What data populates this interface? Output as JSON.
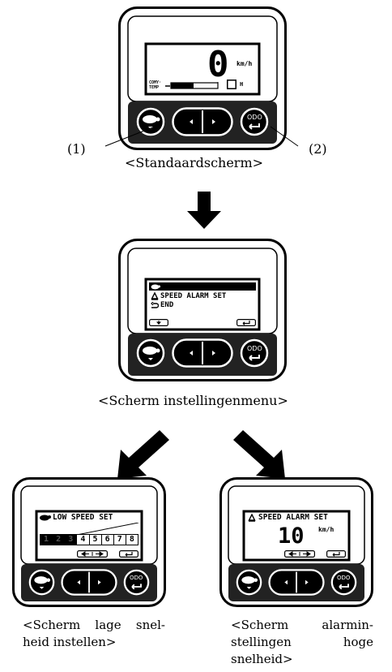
{
  "labels": {
    "left": "(1)",
    "right": "(2)"
  },
  "screens": {
    "standard": {
      "caption": "<Standaardscherm>",
      "speed": "0",
      "unit": "km/h",
      "comy_label": "COMY·",
      "temp_label": "TEMP",
      "h_label": "H"
    },
    "menu": {
      "caption": "<Scherm instellingenmenu>",
      "items": [
        "LOW SPEED SET",
        "SPEED ALARM SET",
        "END"
      ]
    },
    "low_speed": {
      "title": "LOW SPEED SET",
      "levels": [
        "1",
        "2",
        "3",
        "4",
        "5",
        "6",
        "7",
        "8"
      ],
      "caption_line1": [
        "<Scherm",
        "lage",
        "snel-"
      ],
      "caption_line2": "heid instellen>"
    },
    "alarm": {
      "title": "SPEED ALARM SET",
      "value": "10",
      "unit": "km/h",
      "caption_line1": [
        "<Scherm",
        "alarmin-"
      ],
      "caption_line2": [
        "stellingen",
        "hoge"
      ],
      "caption_line3": "snelheid>"
    }
  },
  "button_odo": "ODO"
}
